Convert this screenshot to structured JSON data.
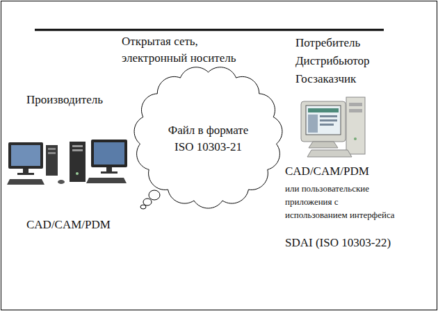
{
  "diagram": {
    "nodes": [
      {
        "text": [
          "Файл в формате ISO 10303-21"
        ]
      }
    ],
    "labels": [
      "Открытая сеть, электронный носитель",
      "Потребитель",
      "Дистрибьютор",
      "Госзаказчик",
      "Производитель",
      "CAD/CAM/PDM",
      "CAD/CAM/PDM",
      "или пользовательские приложения с использованием интерфейса",
      "SDAI (ISO 10303-22)"
    ]
  }
}
